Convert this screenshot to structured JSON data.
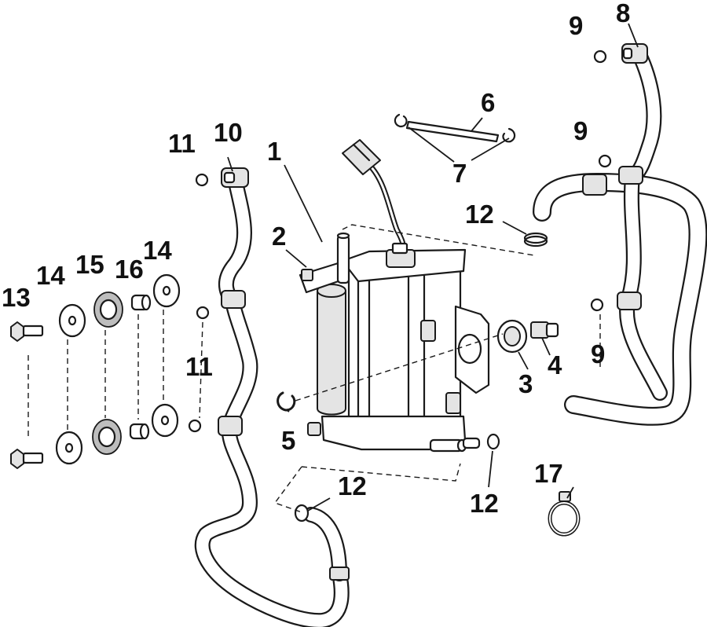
{
  "diagram": {
    "callouts": {
      "c1": "1",
      "c2": "2",
      "c3": "3",
      "c4": "4",
      "c5": "5",
      "c6": "6",
      "c7": "7",
      "c8": "8",
      "c9a": "9",
      "c9b": "9",
      "c9c": "9",
      "c10": "10",
      "c11a": "11",
      "c11b": "11",
      "c12a": "12",
      "c12b": "12",
      "c12c": "12",
      "c13": "13",
      "c14a": "14",
      "c14b": "14",
      "c15": "15",
      "c16": "16",
      "c17": "17"
    }
  }
}
